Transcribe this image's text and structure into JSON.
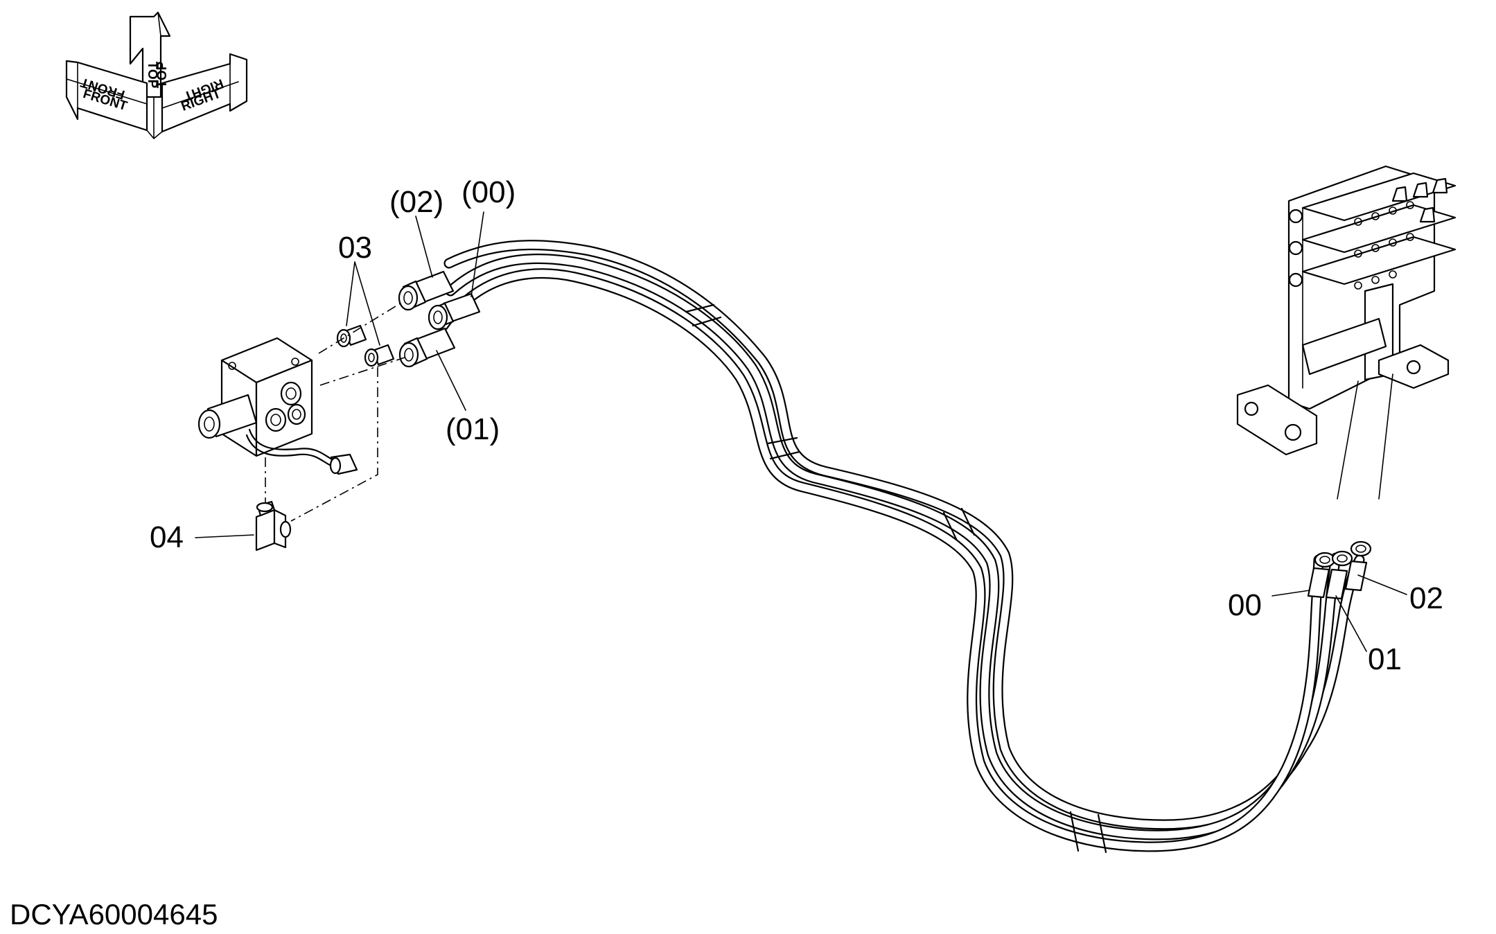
{
  "drawing_id": "DCYA60004645",
  "orientation_compass": {
    "front_label": "FRONT",
    "top_label": "TOP",
    "right_label": "RIGHT"
  },
  "callouts": {
    "hose_02_left": "(02)",
    "hose_00_left": "(00)",
    "hose_01_left": "(01)",
    "adapter_03": "03",
    "elbow_04": "04",
    "hose_00_right": "00",
    "hose_01_right": "01",
    "hose_02_right": "02"
  }
}
